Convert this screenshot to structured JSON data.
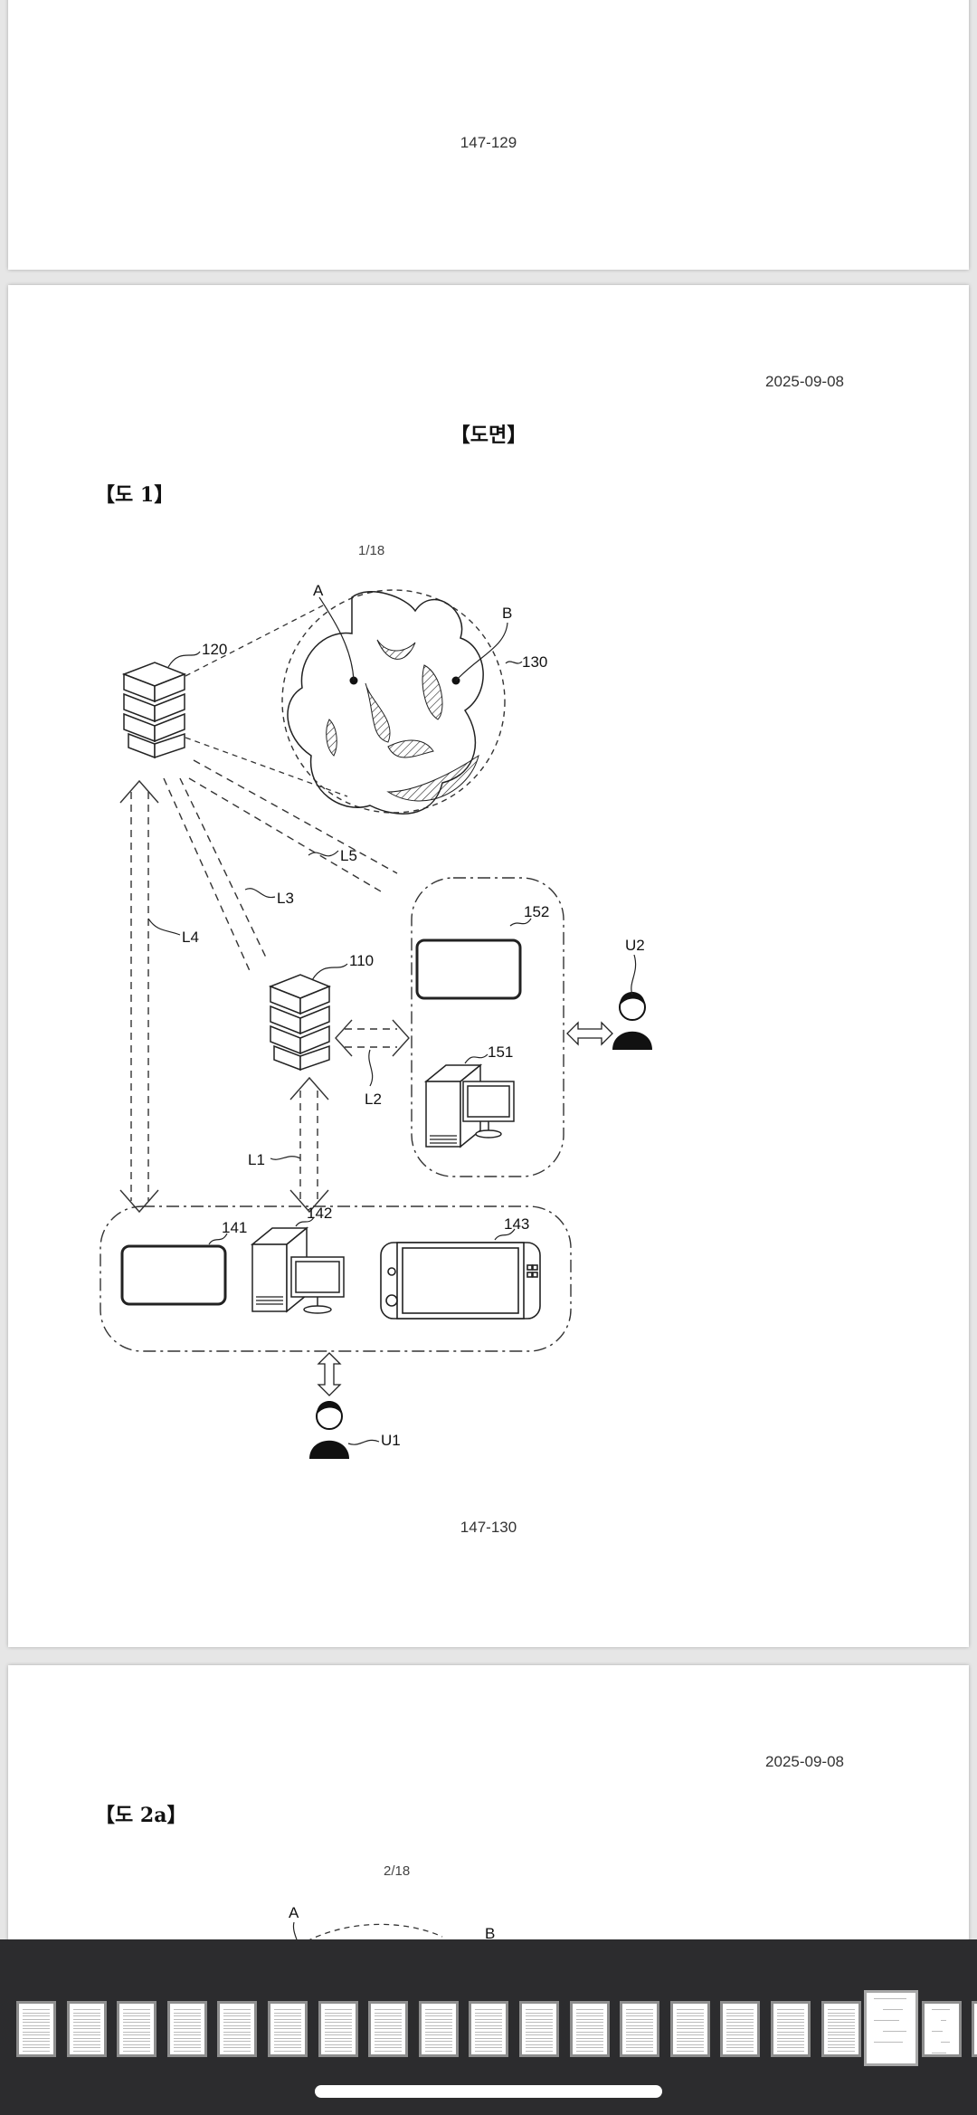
{
  "viewer": {
    "pages": [
      {
        "footer_number": "147-129"
      },
      {
        "date": "2025-09-08",
        "section_heading": "【도면】",
        "figure_heading": "【도 1】",
        "sheet_number": "1/18",
        "footer_number": "147-130",
        "figure": {
          "labels": {
            "server_120": "120",
            "zoom_130": "130",
            "point_a": "A",
            "point_b": "B",
            "link_l5": "L5",
            "link_l3": "L3",
            "link_l4": "L4",
            "server_110": "110",
            "link_l2": "L2",
            "link_l1": "L1",
            "tablet_152": "152",
            "desktop_151": "151",
            "user_u2": "U2",
            "tablet_141": "141",
            "desktop_142": "142",
            "console_143": "143",
            "user_u1": "U1"
          }
        }
      },
      {
        "date": "2025-09-08",
        "figure_heading": "【도 2a】",
        "sheet_number": "2/18",
        "figure": {
          "labels": {
            "point_a": "A",
            "point_b": "B"
          }
        }
      }
    ]
  },
  "thumbnail_strip": {
    "total_thumbnails": 20,
    "active_index": 17,
    "thumbnails": [
      {
        "kind": "text"
      },
      {
        "kind": "text"
      },
      {
        "kind": "text"
      },
      {
        "kind": "text"
      },
      {
        "kind": "text"
      },
      {
        "kind": "text"
      },
      {
        "kind": "text"
      },
      {
        "kind": "text"
      },
      {
        "kind": "text"
      },
      {
        "kind": "text"
      },
      {
        "kind": "text"
      },
      {
        "kind": "text"
      },
      {
        "kind": "text"
      },
      {
        "kind": "text"
      },
      {
        "kind": "text"
      },
      {
        "kind": "text"
      },
      {
        "kind": "text"
      },
      {
        "kind": "drawing"
      },
      {
        "kind": "drawing"
      },
      {
        "kind": "drawing"
      }
    ]
  },
  "colors": {
    "viewer_background": "#e6e6e6",
    "page_background": "#ffffff",
    "toolbar_background": "#2c2c2e",
    "home_indicator": "#ffffff"
  }
}
